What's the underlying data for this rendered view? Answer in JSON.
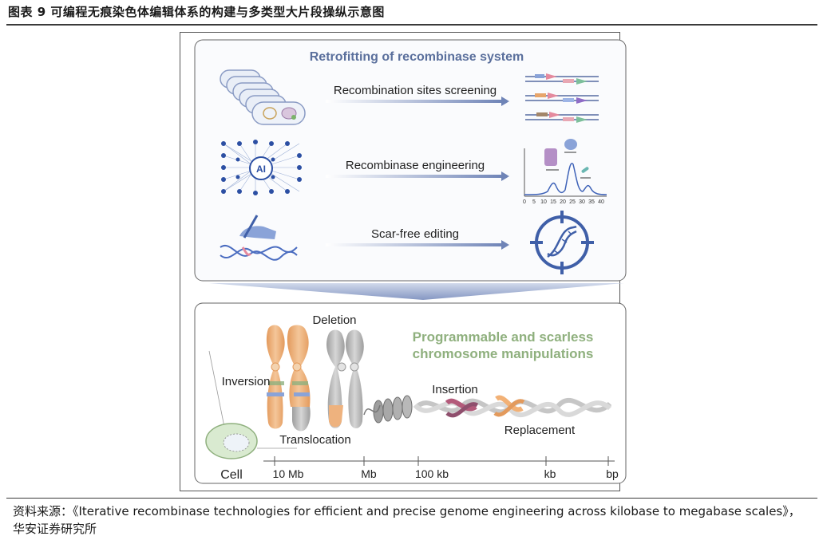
{
  "figure_title": "图表 9 可编程无痕染色体编辑体系的构建与多类型大片段操纵示意图",
  "top_panel": {
    "title": "Retrofitting of recombinase system",
    "rows": [
      {
        "label": "Recombination sites screening"
      },
      {
        "label": "Recombinase engineering"
      },
      {
        "label": "Scar-free editing"
      }
    ],
    "ai_label": "AI",
    "plot_ticks": [
      "0",
      "5",
      "10",
      "15",
      "20",
      "25",
      "30",
      "35",
      "40"
    ]
  },
  "bottom_panel": {
    "title_line1": "Programmable and scarless",
    "title_line2": "chromosome manipulations",
    "labels": {
      "deletion": "Deletion",
      "inversion": "Inversion",
      "translocation": "Translocation",
      "insertion": "Insertion",
      "replacement": "Replacement"
    },
    "scale": [
      "Cell",
      "10 Mb",
      "Mb",
      "100 kb",
      "kb",
      "bp"
    ]
  },
  "source": "资料来源：《Iterative recombinase technologies for efficient and precise genome engineering across kilobase to megabase scales》，华安证券研究所",
  "colors": {
    "panel_title": "#5a6f9c",
    "green_title": "#8fb07e",
    "arrow": "#6f84b7",
    "chromosome_orange": "#eeb27e",
    "chromosome_gray": "#bdbdbd"
  }
}
